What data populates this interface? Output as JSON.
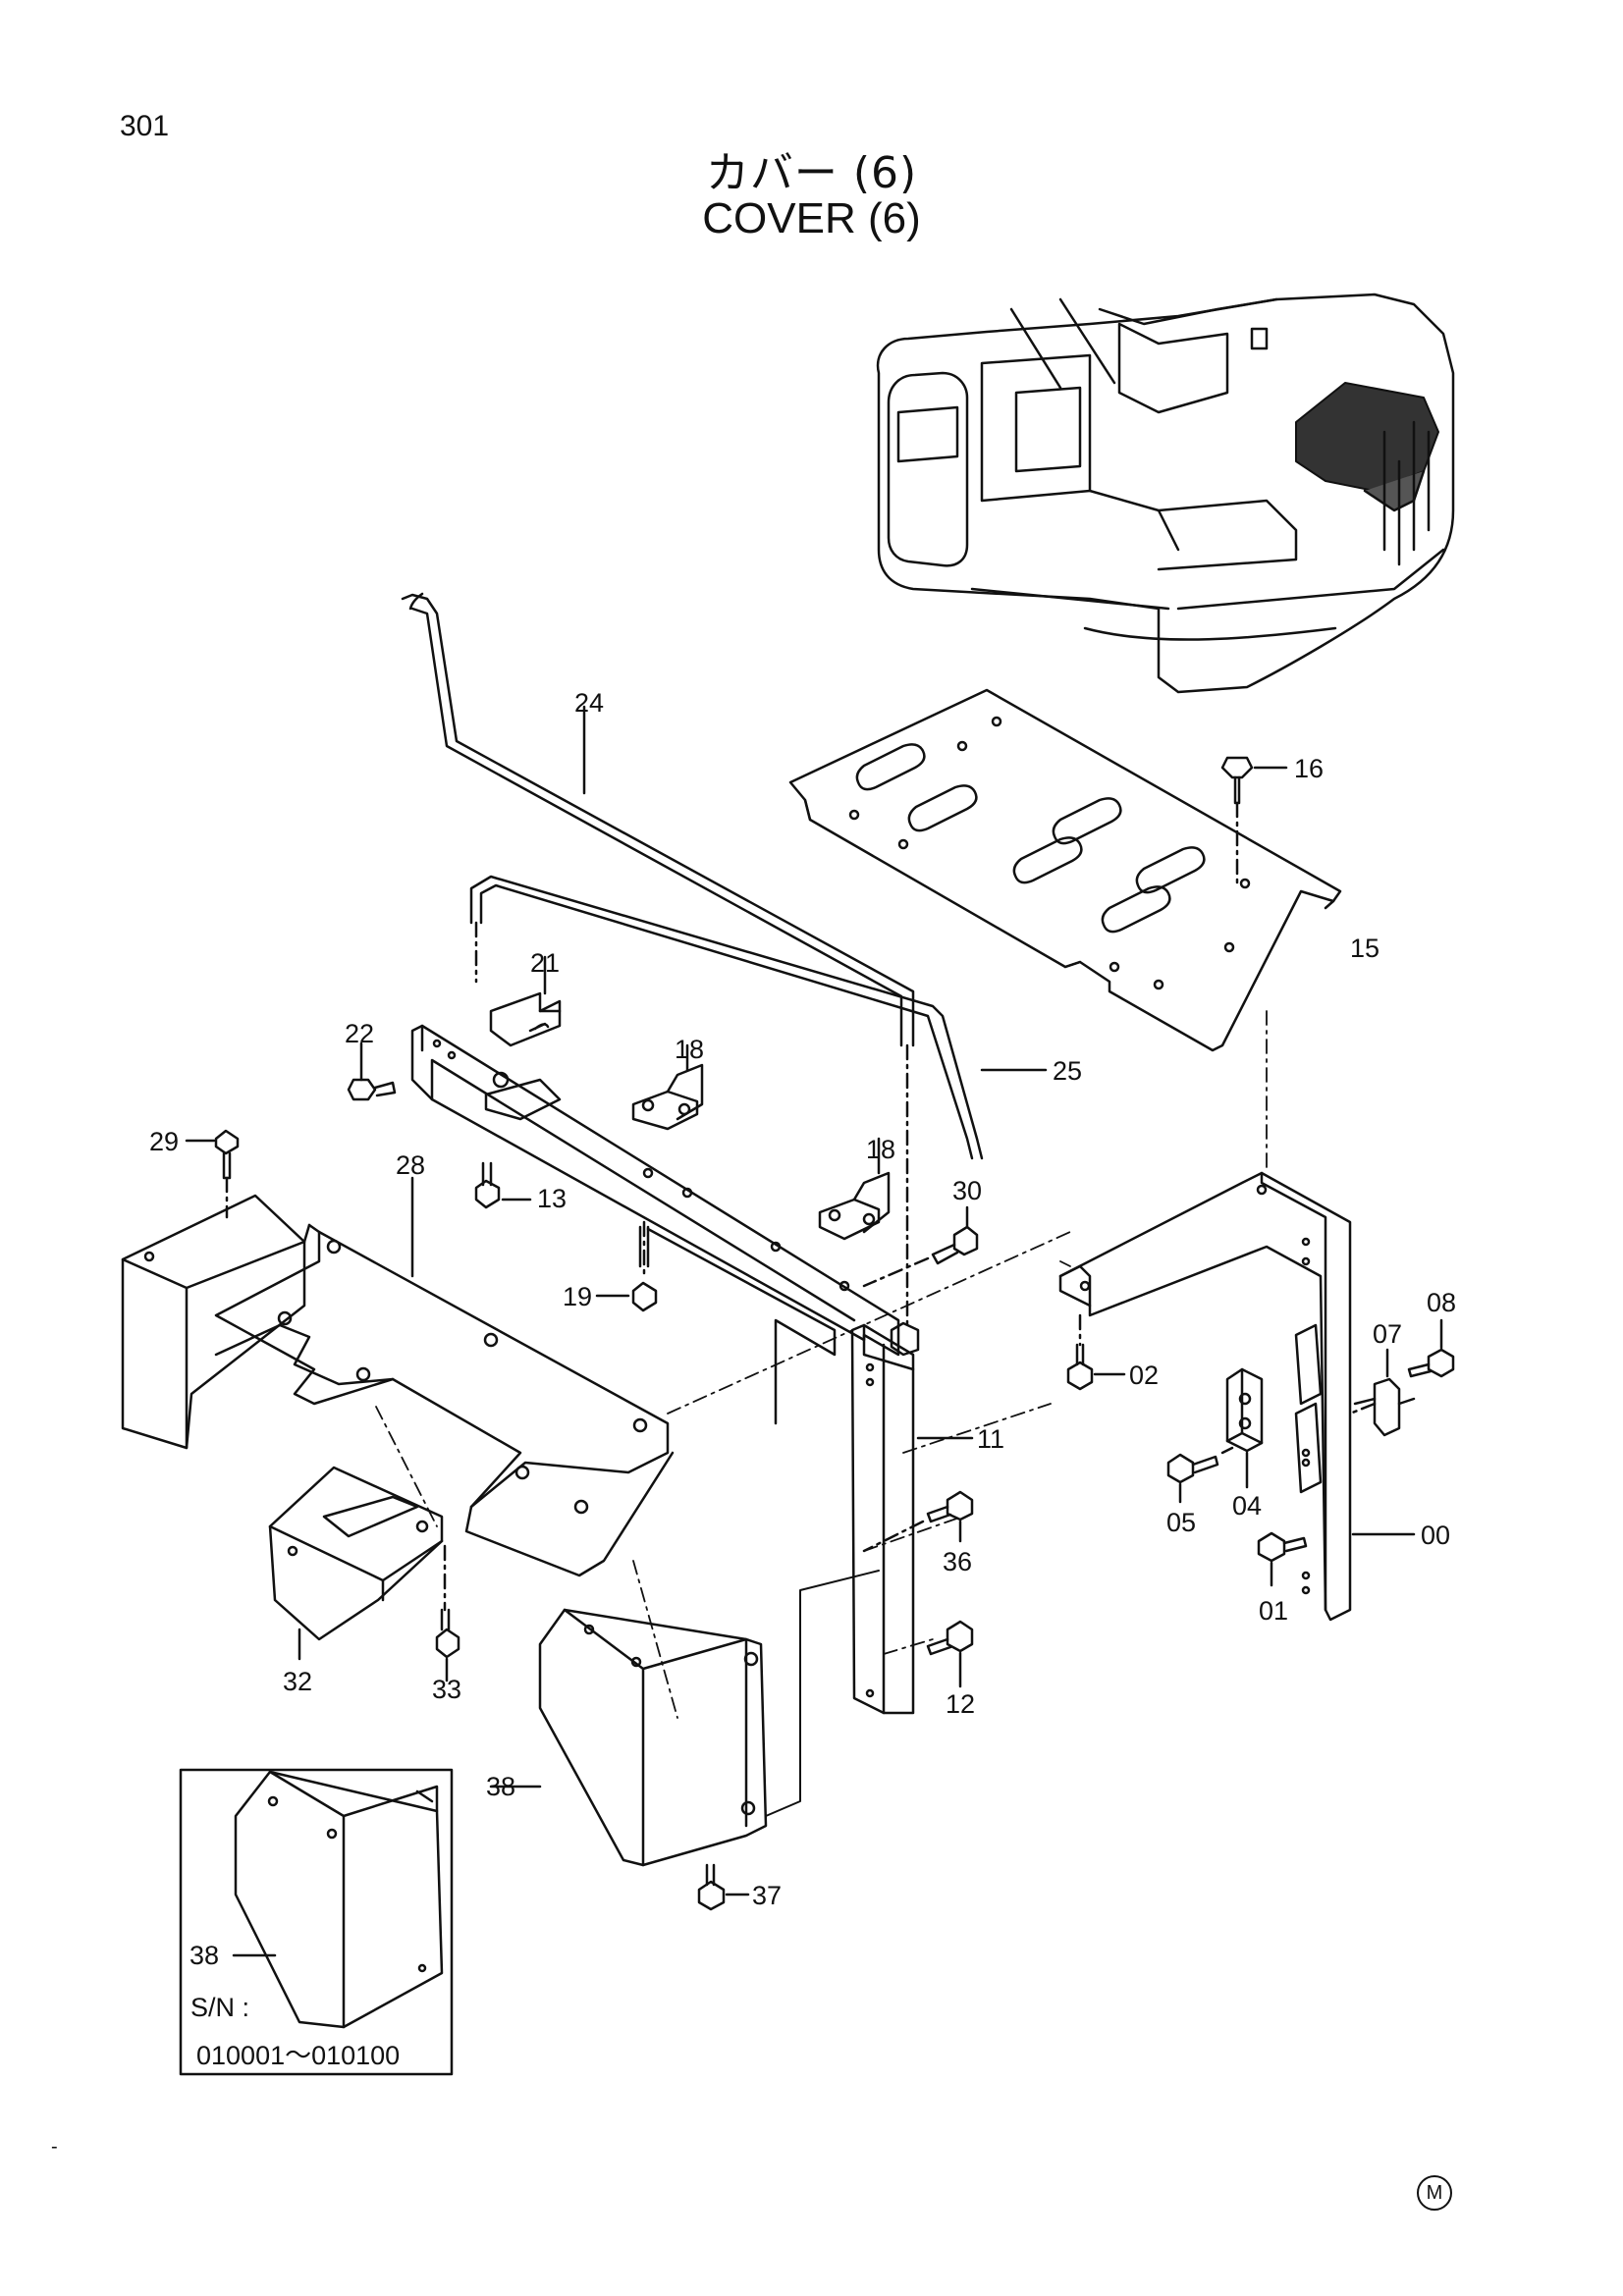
{
  "page": {
    "number": "301"
  },
  "title": {
    "japanese": "カバー (6)",
    "english": "COVER (6)"
  },
  "callouts": [
    {
      "id": "c24",
      "label": "24"
    },
    {
      "id": "c16",
      "label": "16"
    },
    {
      "id": "c15",
      "label": "15"
    },
    {
      "id": "c21",
      "label": "21"
    },
    {
      "id": "c22",
      "label": "22"
    },
    {
      "id": "c18a",
      "label": "18"
    },
    {
      "id": "c25",
      "label": "25"
    },
    {
      "id": "c29",
      "label": "29"
    },
    {
      "id": "c28",
      "label": "28"
    },
    {
      "id": "c13",
      "label": "13"
    },
    {
      "id": "c18b",
      "label": "18"
    },
    {
      "id": "c30",
      "label": "30"
    },
    {
      "id": "c19",
      "label": "19"
    },
    {
      "id": "c08",
      "label": "08"
    },
    {
      "id": "c07",
      "label": "07"
    },
    {
      "id": "c02",
      "label": "02"
    },
    {
      "id": "c11",
      "label": "11"
    },
    {
      "id": "c05",
      "label": "05"
    },
    {
      "id": "c04",
      "label": "04"
    },
    {
      "id": "c00",
      "label": "00"
    },
    {
      "id": "c36",
      "label": "36"
    },
    {
      "id": "c01",
      "label": "01"
    },
    {
      "id": "c32",
      "label": "32"
    },
    {
      "id": "c33",
      "label": "33"
    },
    {
      "id": "c12",
      "label": "12"
    },
    {
      "id": "c38",
      "label": "38"
    },
    {
      "id": "c37",
      "label": "37"
    },
    {
      "id": "c38i",
      "label": "38"
    }
  ],
  "inset": {
    "serial_label": "S/N :",
    "serial_range": "010001～010100"
  },
  "footer": {
    "mark": "M",
    "dot": "-"
  },
  "colors": {
    "ink": "#111111",
    "paper": "#ffffff"
  }
}
